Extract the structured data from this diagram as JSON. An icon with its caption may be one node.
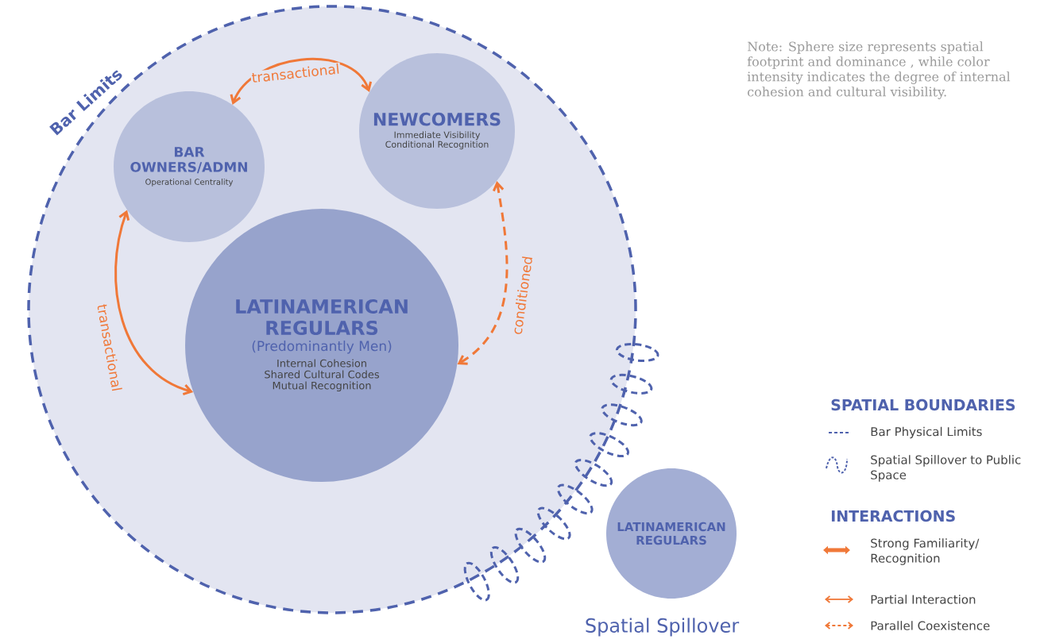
{
  "diagram": {
    "nodes": [
      {
        "text": [
          "Bar Limits"
        ]
      },
      {
        "text": [
          "BAR OWNERS/ADMN",
          "Operational Centrality"
        ],
        "in": 0
      },
      {
        "text": [
          "NEWCOMERS",
          "Immediate Visibility Conditional Recognition"
        ],
        "in": 0
      },
      {
        "text": [
          "LATINAMERICAN REGULARS",
          "(Predominantly Men)",
          "Internal Cohesion Shared Cultural Codes Mutual Recognition"
        ],
        "in": 0
      },
      {
        "text": [
          "LATINAMERICAN REGULARS"
        ],
        "beside": [
          "Spatial Spillover"
        ]
      }
    ],
    "edges": [
      {
        "from": 1,
        "to": 2,
        "arrow": "both",
        "label": "transactional"
      },
      {
        "from": 1,
        "to": 3,
        "arrow": "both",
        "label": "transactional"
      },
      {
        "from": 2,
        "to": 3,
        "arrow": "both",
        "label": "conditioned",
        "style": "dashed"
      }
    ],
    "labels": [
      "Note: Sphere size represents spatial footprint and dominance , while color intensity indicates the degree of internal cohesion and cultural visibility.",
      "SPATIAL BOUNDARIES",
      "INTERACTIONS"
    ],
    "legend": [
      {
        "text": "Bar Physical Limits"
      },
      {
        "text": "Spatial Spillover to Public Space"
      },
      {
        "text": "Strong Familiarity/ Recognition"
      },
      {
        "text": "Partial Interaction"
      },
      {
        "text": "Parallel Coexistence"
      }
    ]
  }
}
